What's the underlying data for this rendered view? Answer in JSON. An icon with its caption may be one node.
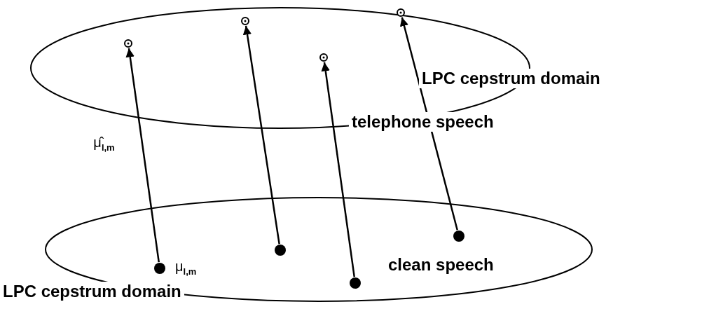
{
  "diagram": {
    "nodes": [
      {
        "text": [
          "LPC cepstrum domain",
          "telephone speech"
        ]
      },
      {
        "text": [
          "clean speech",
          "LPC cepstrum domain"
        ]
      },
      {
        "text": [],
        "shape": "circle",
        "in": 0
      },
      {
        "text": [],
        "shape": "circle",
        "in": 0
      },
      {
        "text": [],
        "shape": "circle",
        "in": 0
      },
      {
        "text": [],
        "shape": "circle",
        "in": 0
      },
      {
        "text": [],
        "shape": "circle",
        "in": 1,
        "beside": [
          "μ$_{l,m}$"
        ]
      },
      {
        "text": [],
        "shape": "circle",
        "in": 1
      },
      {
        "text": [],
        "shape": "circle",
        "in": 1
      },
      {
        "text": [],
        "shape": "circle",
        "in": 1
      }
    ],
    "edges": [
      {
        "from": 6,
        "to": 2,
        "arrow": "to",
        "label": "μ̂$_{l,m}$"
      },
      {
        "from": 7,
        "to": 3,
        "arrow": "to"
      },
      {
        "from": 8,
        "to": 4,
        "arrow": "to"
      },
      {
        "from": 9,
        "to": 5,
        "arrow": "to"
      }
    ]
  }
}
